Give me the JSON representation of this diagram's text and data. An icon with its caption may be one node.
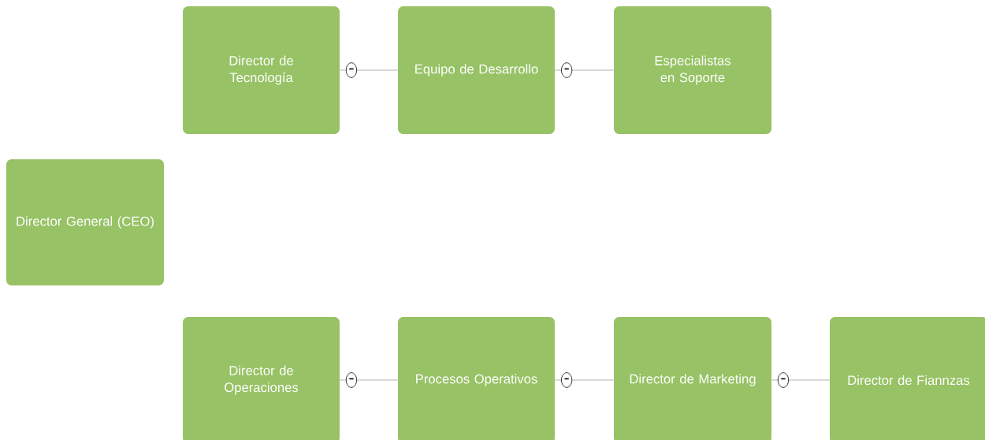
{
  "diagram": {
    "nodes": [
      {
        "text": [
          "Director General (CEO)"
        ]
      },
      {
        "text": [
          "Director de Tecnología"
        ]
      },
      {
        "text": [
          "Equipo de Desarrollo"
        ]
      },
      {
        "text": [
          "Especialistas en Soporte"
        ]
      },
      {
        "text": [
          "Director de Operaciones"
        ]
      },
      {
        "text": [
          "Procesos Operativos"
        ]
      },
      {
        "text": [
          "Director de Marketing"
        ]
      },
      {
        "text": [
          "Director de Fiannzas"
        ]
      }
    ],
    "edges": [
      {
        "from": 1,
        "to": 2,
        "arrow": "none"
      },
      {
        "from": 2,
        "to": 3,
        "arrow": "none"
      },
      {
        "from": 4,
        "to": 5,
        "arrow": "none"
      },
      {
        "from": 5,
        "to": 6,
        "arrow": "none"
      },
      {
        "from": 6,
        "to": 7,
        "arrow": "none"
      }
    ]
  }
}
